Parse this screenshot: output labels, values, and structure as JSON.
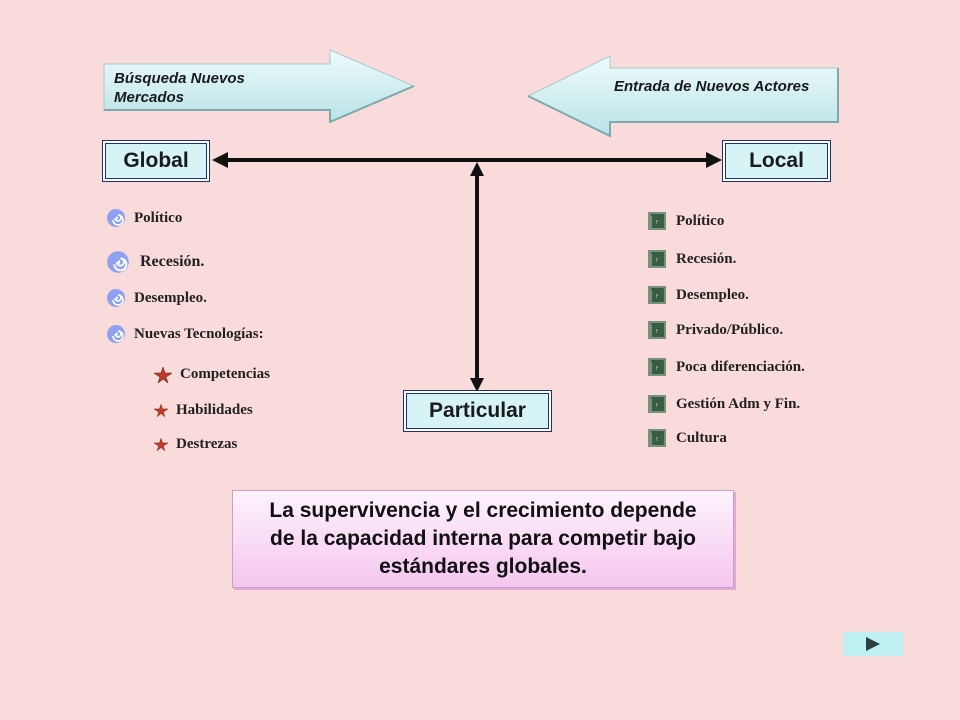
{
  "arrows": {
    "left_label": "Búsqueda Nuevos Mercados",
    "right_label": "Entrada de Nuevos Actores"
  },
  "boxes": {
    "global": "Global",
    "local": "Local",
    "particular": "Particular"
  },
  "global_items": [
    "Político",
    "Recesión.",
    "Desempleo.",
    "Nuevas Tecnologías:"
  ],
  "global_subitems": [
    "Competencias",
    "Habilidades",
    "Destrezas"
  ],
  "local_items": [
    "Político",
    "Recesión.",
    "Desempleo.",
    "Privado/Público.",
    "Poca diferenciación.",
    "Gestión Adm y Fin.",
    "Cultura"
  ],
  "callout": "La supervivencia y el crecimiento depende de la capacidad interna para competir bajo estándares globales.",
  "colors": {
    "background": "#fadbdb",
    "box_fill": "#d6f3f5",
    "box_border": "#1c2e80",
    "arrow_fill": "#cdeff2",
    "callout_fill": "#f5c6f0",
    "icon_spiral": "#4a5bd4",
    "icon_square": "#2f6b3b",
    "icon_star": "#c0392b"
  },
  "icons": {
    "global_bullet": "spiral-icon",
    "local_bullet": "square-spiral-icon",
    "sub_bullet": "star-icon",
    "next": "play-triangle-icon"
  }
}
